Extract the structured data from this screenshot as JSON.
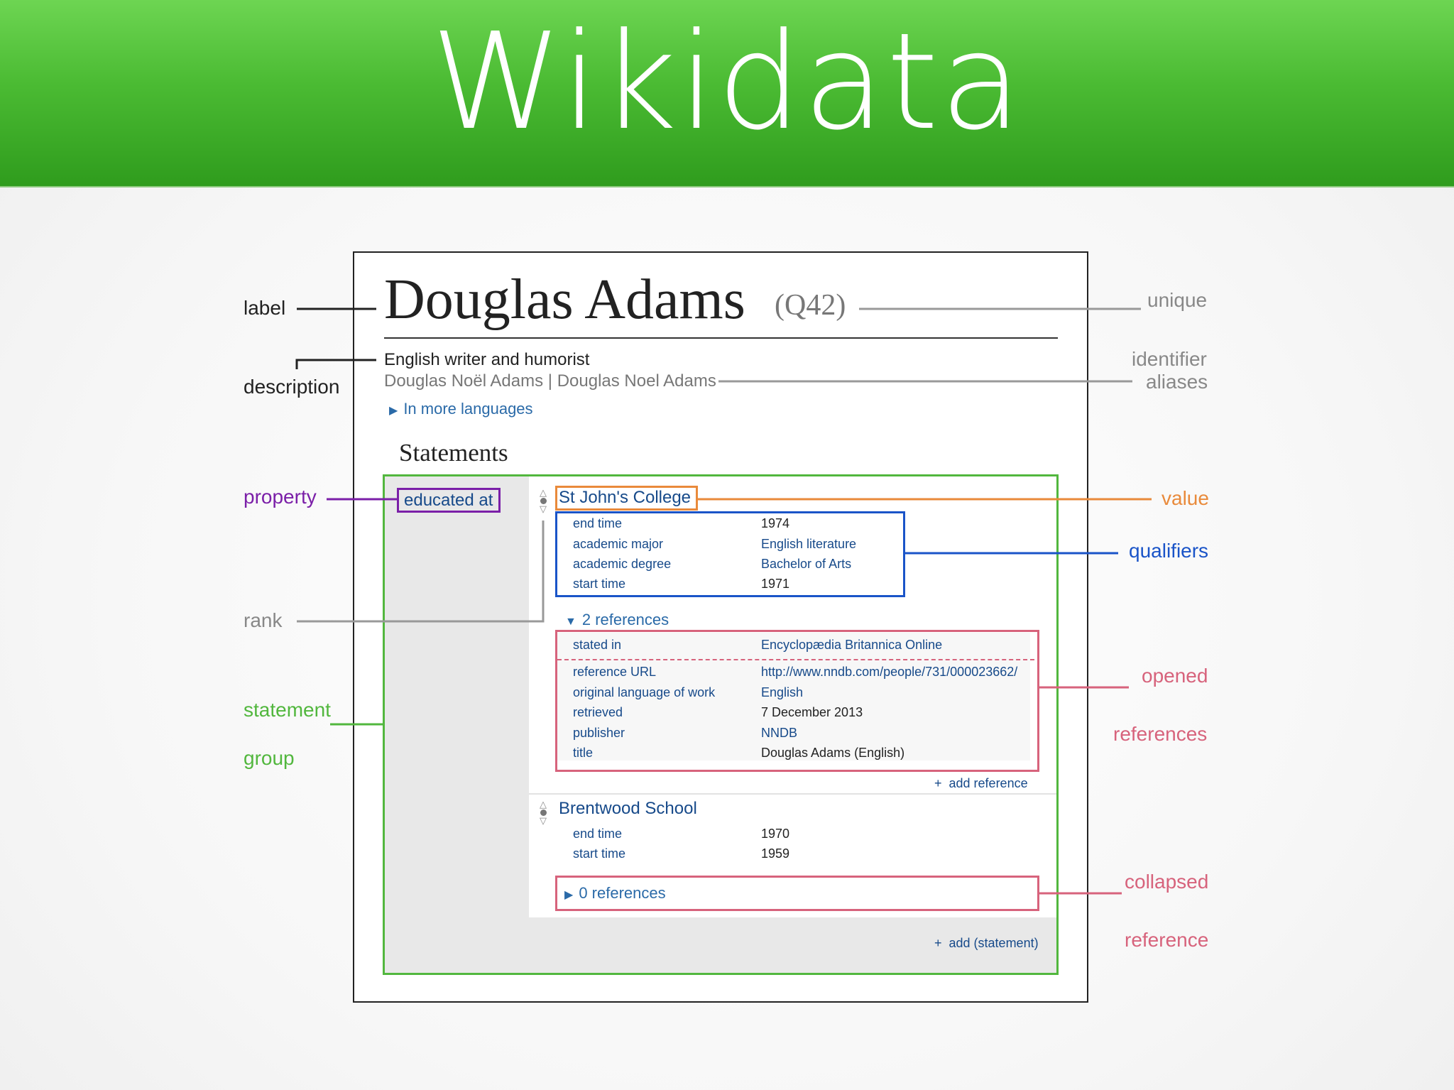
{
  "banner": {
    "title": "Wikidata"
  },
  "item": {
    "label": "Douglas Adams",
    "id": "(Q42)",
    "description": "English writer and humorist",
    "aliases": "Douglas Noël Adams | Douglas Noel Adams",
    "more_languages": "In more languages"
  },
  "statements": {
    "heading": "Statements",
    "property": "educated at",
    "add_statement": "add (statement)",
    "values": [
      {
        "value": "St John's College",
        "qualifiers": [
          {
            "property": "end time",
            "value": "1974"
          },
          {
            "property": "academic major",
            "value": "English literature"
          },
          {
            "property": "academic degree",
            "value": "Bachelor of Arts"
          },
          {
            "property": "start time",
            "value": "1971"
          }
        ],
        "references_toggle": "2 references",
        "references": [
          {
            "property": "stated in",
            "value": "Encyclopædia Britannica Online"
          },
          {
            "property": "reference URL",
            "value": "http://www.nndb.com/people/731/000023662/"
          },
          {
            "property": "original language of work",
            "value": "English"
          },
          {
            "property": "retrieved",
            "value": "7 December 2013"
          },
          {
            "property": "publisher",
            "value": "NNDB"
          },
          {
            "property": "title",
            "value": "Douglas Adams (English)"
          }
        ],
        "add_reference": "add reference"
      },
      {
        "value": "Brentwood School",
        "qualifiers": [
          {
            "property": "end time",
            "value": "1970"
          },
          {
            "property": "start time",
            "value": "1959"
          }
        ],
        "references_toggle": "0 references"
      }
    ]
  },
  "annotations": {
    "label": "label",
    "description": "description",
    "property": "property",
    "rank": "rank",
    "statement": "statement",
    "group": "group",
    "unique": "unique",
    "identifier": "identifier",
    "aliases": "aliases",
    "value": "value",
    "qualifiers": "qualifiers",
    "opened": "opened",
    "references": "references",
    "collapsed": "collapsed",
    "reference": "reference"
  },
  "icons": {
    "expand": "triangle-right-icon",
    "collapse": "triangle-down-icon",
    "rank": "rank-selector-icon",
    "add": "plus-icon"
  },
  "colors": {
    "banner": "#4bbb33",
    "property_annotation": "#7b1fa8",
    "statement_group": "#52b73e",
    "value_annotation": "#e98a3b",
    "qualifiers_annotation": "#1a54c8",
    "references_annotation": "#d7637c",
    "link": "#174a8a"
  }
}
